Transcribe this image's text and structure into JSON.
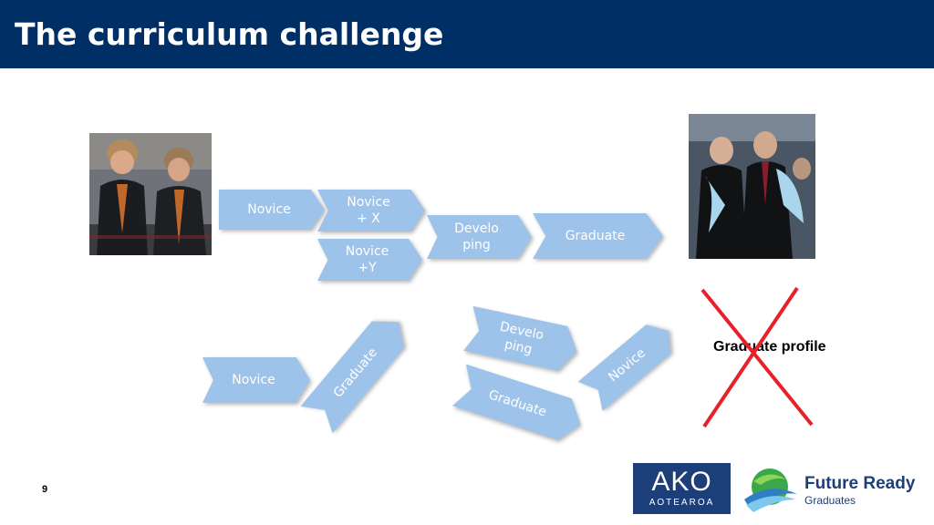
{
  "slide": {
    "title": "The curriculum challenge",
    "page_number": "9"
  },
  "top_flow": {
    "novice": "Novice",
    "novice_x": "Novice\n+ X",
    "novice_y": "Novice\n+Y",
    "developing": "Develo\nping",
    "graduate": "Graduate"
  },
  "bottom_flow": {
    "novice_left": "Novice",
    "graduate_tilted": "Graduate",
    "developing_tilted": "Develo\nping",
    "graduate_flipped": "Graduate",
    "novice_right": "Novice"
  },
  "graduate_profile": "Graduate profile",
  "logos": {
    "ako_word": "AKO",
    "ako_sub": "AOTEAROA",
    "future_ready_main": "Future Ready",
    "future_ready_sub": "Graduates"
  },
  "colors": {
    "title_bar": "#002f66",
    "chevron": "#9ec3ea",
    "cross": "#e8202a",
    "logo_blue": "#1c3f7a"
  }
}
